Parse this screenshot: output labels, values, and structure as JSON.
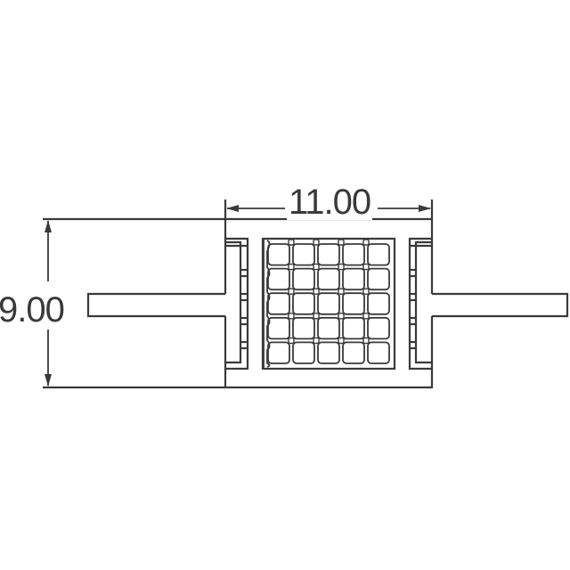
{
  "drawing": {
    "type": "package-outline-dimension-drawing",
    "units": "mm",
    "dimensions": {
      "width": {
        "label": "11.00",
        "value": 11.0
      },
      "height": {
        "label": "9.00",
        "value": 9.0
      }
    },
    "array": {
      "rows": 5,
      "columns": 5
    },
    "colors": {
      "line": "#3a3a3a",
      "background": "#ffffff"
    }
  }
}
